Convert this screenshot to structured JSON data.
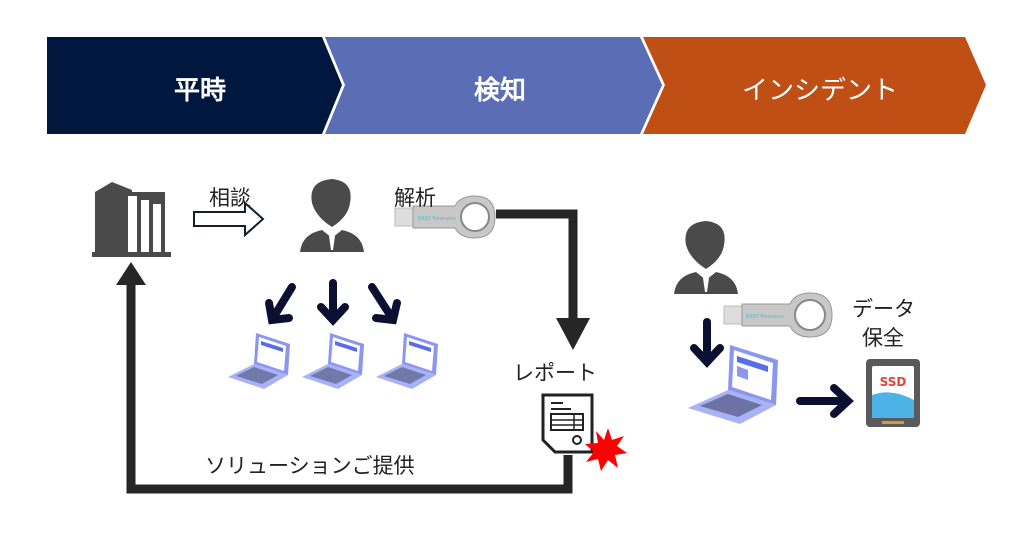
{
  "phases": [
    {
      "label": "平時",
      "color": "#02173f"
    },
    {
      "label": "検知",
      "color": "#5a6db5"
    },
    {
      "label": "インシデント",
      "color": "#c04f15"
    }
  ],
  "labels": {
    "consult": "相談",
    "analysis": "解析",
    "report": "レポート",
    "solution": "ソリューションご提供",
    "data_preserve_line1": "データ",
    "data_preserve_line2": "保全"
  },
  "usb": {
    "brand": "EASY Forensics"
  },
  "ssd": {
    "label": "SSD"
  },
  "colors": {
    "icon_gray": "#4a4a4a",
    "arrow_navy": "#0b1033",
    "flow_line": "#262626",
    "laptop": "#8b96f0",
    "burst_red": "#ff0000",
    "ssd_blue": "#4db3e6",
    "ssd_text": "#e0453a"
  }
}
